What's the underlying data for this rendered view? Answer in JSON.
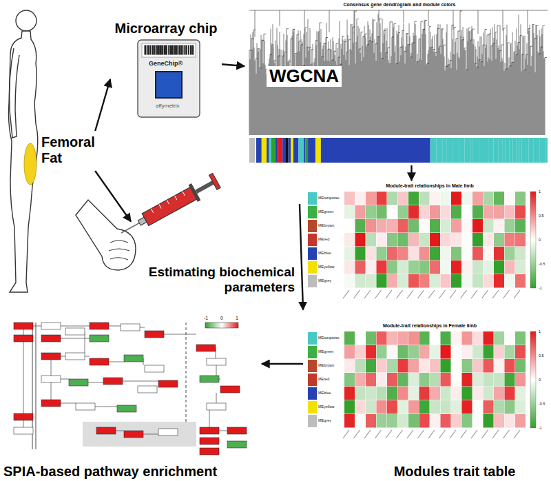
{
  "diagram": {
    "nodes": [
      {
        "text": [
          "Femoral Fat"
        ]
      },
      {
        "text": [
          "Microarray chip"
        ]
      },
      {
        "text": [
          "Consensus gene dendrogram and module colors",
          "WGCNA"
        ]
      },
      {
        "text": [
          "Estimating biochemical parameters"
        ]
      },
      {
        "text": [
          "Modules trait table"
        ]
      },
      {
        "text": [
          "Module-trait relationships in Male limb"
        ],
        "in": 4
      },
      {
        "text": [
          "Module-trait relationships in Female limb"
        ],
        "in": 4
      },
      {
        "text": [
          "SPIA-based pathway enrichment"
        ]
      }
    ],
    "edges": [
      {
        "from": 0,
        "to": 1,
        "arrow": "to"
      },
      {
        "from": 0,
        "to": 3,
        "arrow": "to"
      },
      {
        "from": 1,
        "to": 2,
        "arrow": "to"
      },
      {
        "from": 2,
        "to": 4,
        "arrow": "to"
      },
      {
        "from": 3,
        "to": 4,
        "arrow": "to"
      },
      {
        "from": 4,
        "to": 7,
        "arrow": "to"
      }
    ],
    "labels": [
      "GeneChip®",
      "affymetrix",
      "MEturquoise",
      "MEgreen",
      "MEbrown",
      "MEred",
      "MEblue",
      "MEyellow",
      "MEgrey",
      "1",
      "0.5",
      "0",
      "-0.5",
      "-1",
      "MEturquoise",
      "MEgreen",
      "MEbrown",
      "MEred",
      "MEblue",
      "MEyellow",
      "MEgrey",
      "1",
      "0.5",
      "0",
      "-0.5",
      "-1",
      "-1",
      "0",
      "1"
    ]
  }
}
